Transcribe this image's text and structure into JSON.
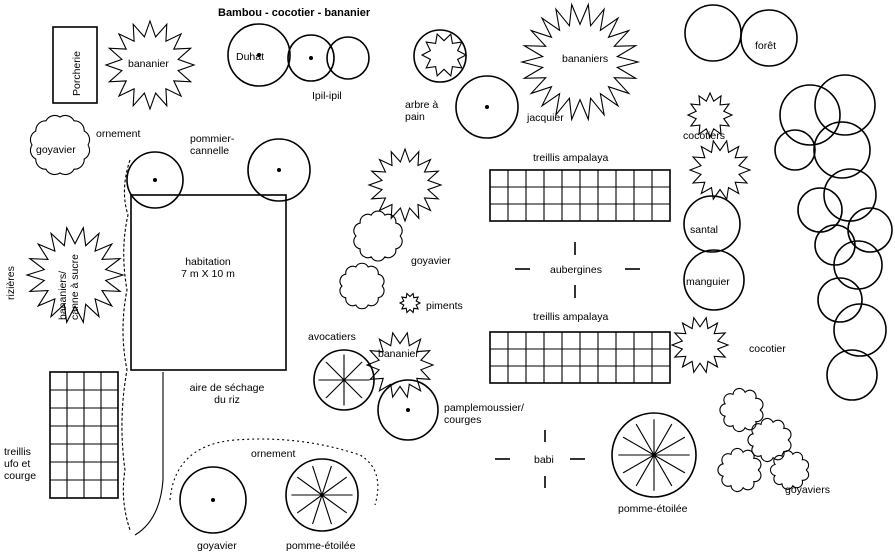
{
  "labels": {
    "header": "Bambou - cocotier - bananier",
    "porcherie": "Porcherie",
    "bananier_tl": "bananier",
    "duhat": "Duhat",
    "ipilipil": "Ipil-ipil",
    "arbre_a_pain": "arbre à\npain",
    "jacquier": "jacquier",
    "bananiers_top": "bananiers",
    "foret": "forêt",
    "ornement_top": "ornement",
    "goyavier_tl": "goyavier",
    "pommier_cannelle": "pommier-\ncannelle",
    "cocotiers": "cocotiers",
    "treillis_ampalaya_1": "treillis ampalaya",
    "santal": "santal",
    "manguier": "manguier",
    "rizieres": "rizières",
    "bananiers_canne": "bananiers/\ncanne à sucre",
    "habitation": "habitation\n7 m X 10 m",
    "goyavier_mid": "goyavier",
    "aubergines": "aubergines",
    "piments": "piments",
    "treillis_ampalaya_2": "treillis ampalaya",
    "avocatiers": "avocatiers",
    "bananier_mid": "bananier",
    "cocotier_right": "cocotier",
    "aire_sechage": "aire de séchage\ndu riz",
    "pamplemoussier": "pamplemoussier/\ncourges",
    "treillis_ufo": "treillis\nufo et\ncourge",
    "ornement_bottom": "ornement",
    "babi": "babi",
    "pomme_etoilee_right": "pomme-étoilée",
    "goyaviers_right": "goyaviers",
    "goyavier_bottom": "goyavier",
    "pomme_etoilee_bottom": "pomme-étoilée"
  }
}
